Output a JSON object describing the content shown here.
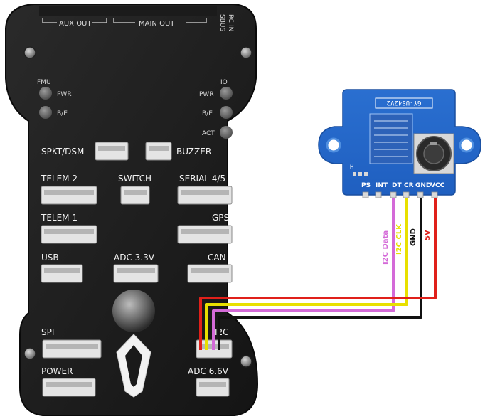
{
  "board": {
    "header_aux": "AUX OUT",
    "header_main": "MAIN OUT",
    "sbus_1": "SBUS",
    "sbus_2": "RC IN",
    "fmu": "FMU",
    "pwr_left": "PWR",
    "be_left": "B/E",
    "io": "IO",
    "pwr_right": "PWR",
    "be_right": "B/E",
    "act": "ACT",
    "spkt": "SPKT/DSM",
    "buzzer": "BUZZER",
    "telem2": "TELEM 2",
    "switch": "SWITCH",
    "serial45": "SERIAL 4/5",
    "telem1": "TELEM 1",
    "gps": "GPS",
    "usb": "USB",
    "adc33": "ADC 3.3V",
    "can": "CAN",
    "spi": "SPI",
    "i2c": "I2C",
    "power": "POWER",
    "adc66": "ADC 6.6V"
  },
  "sensor": {
    "model": "GY-US42V2",
    "pins": [
      "PS",
      "INT",
      "DT",
      "CR",
      "GND",
      "VCC"
    ],
    "h_label": "H"
  },
  "wires": [
    {
      "label": "I2C Data",
      "color": "#d46ad8"
    },
    {
      "label": "I2C CLK",
      "color": "#e8e000"
    },
    {
      "label": "GND",
      "color": "#111111"
    },
    {
      "label": "5V",
      "color": "#e0201a"
    }
  ]
}
